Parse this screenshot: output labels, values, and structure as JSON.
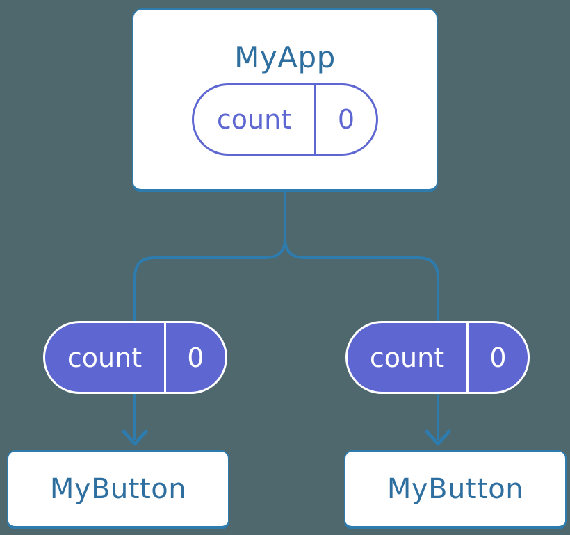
{
  "colors": {
    "background": "#4e686e",
    "connector_blue": "#2e7bad",
    "node_border_blue": "#2e7bad",
    "node_fill": "#ffffff",
    "label_blue": "#2f6f9f",
    "state_purple": "#5e67d1",
    "state_text_on_purple": "#ffffff"
  },
  "diagram": {
    "type": "component-tree",
    "root": {
      "title": "MyApp",
      "state": {
        "label": "count",
        "value": "0"
      }
    },
    "children": [
      {
        "title": "MyButton",
        "state": {
          "label": "count",
          "value": "0"
        }
      },
      {
        "title": "MyButton",
        "state": {
          "label": "count",
          "value": "0"
        }
      }
    ]
  }
}
